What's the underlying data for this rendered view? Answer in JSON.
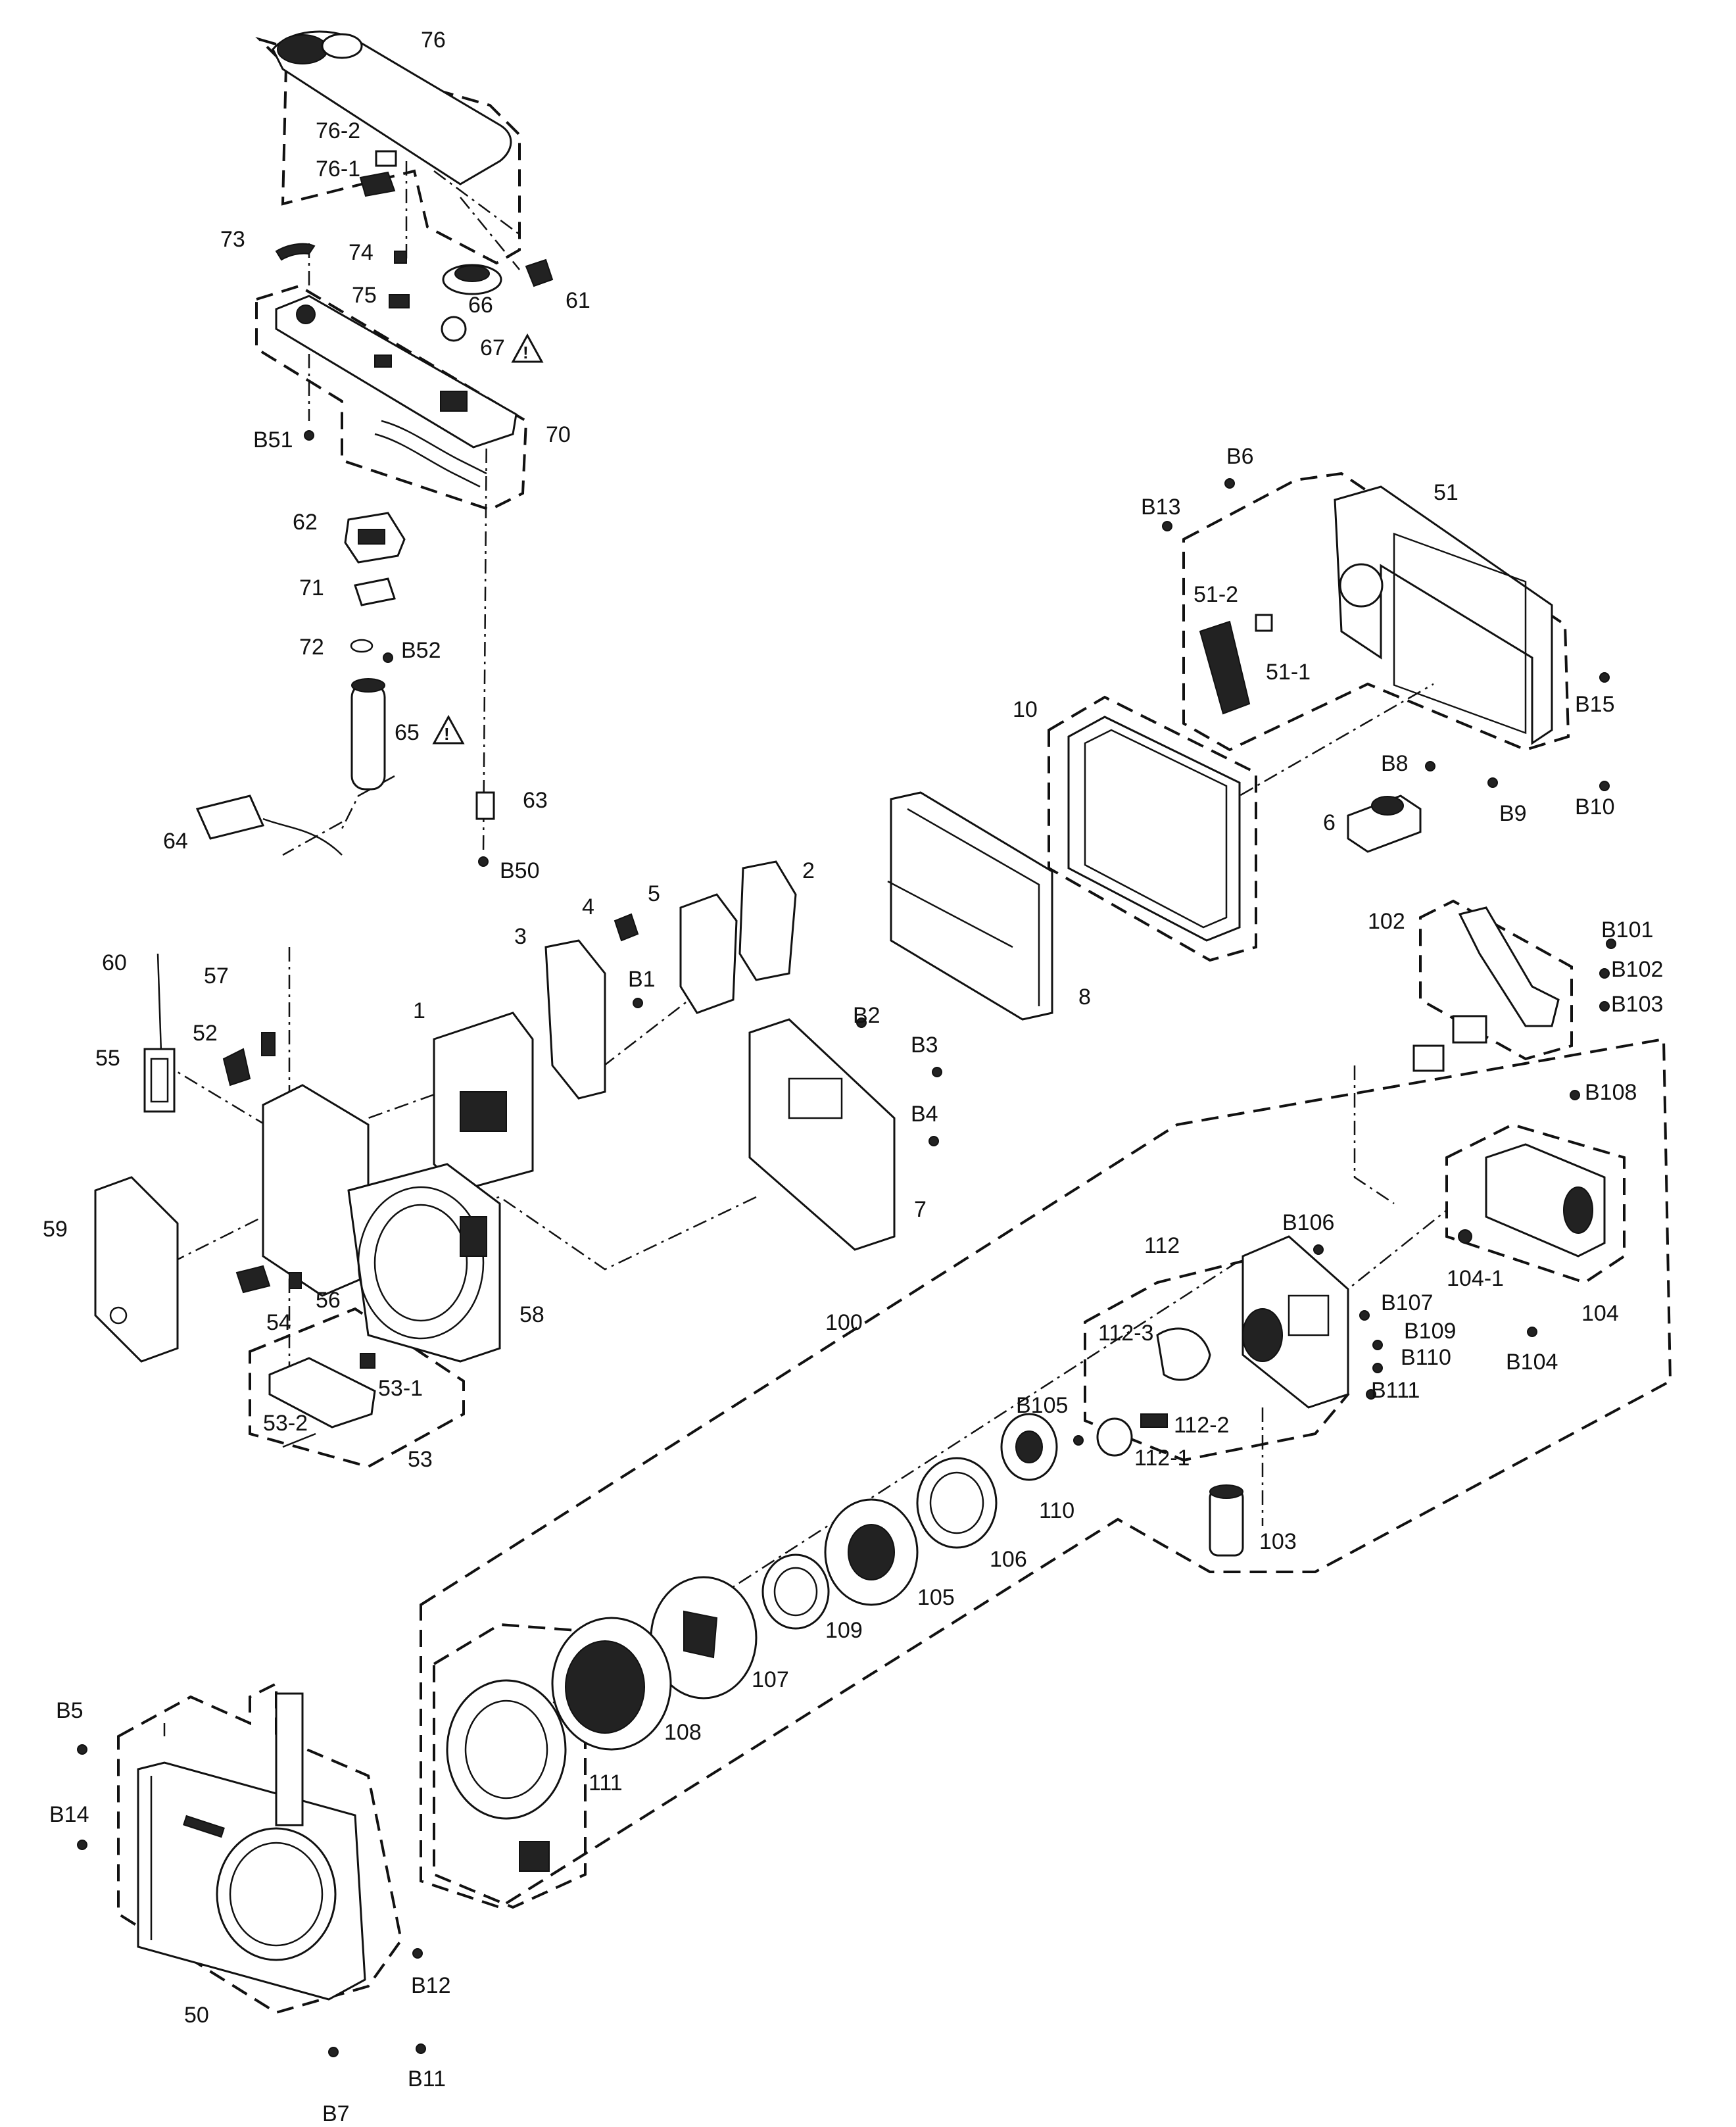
{
  "callouts": {
    "p76": "76",
    "p76_2": "76-2",
    "p76_1": "76-1",
    "p73": "73",
    "p74": "74",
    "p66": "66",
    "p61": "61",
    "p75": "75",
    "p67": "67",
    "pB51": "B51",
    "p70": "70",
    "p62": "62",
    "p71": "71",
    "p72": "72",
    "pB52": "B52",
    "p65": "65",
    "p63": "63",
    "p64": "64",
    "pB50": "B50",
    "pB6": "B6",
    "p51": "51",
    "pB13": "B13",
    "p51_2": "51-2",
    "p51_1": "51-1",
    "pB15": "B15",
    "p10": "10",
    "pB8": "B8",
    "pB9": "B9",
    "pB10": "B10",
    "p6": "6",
    "p4": "4",
    "p5": "5",
    "p2": "2",
    "p3": "3",
    "pB1": "B1",
    "p1": "1",
    "p8": "8",
    "p60": "60",
    "p57": "57",
    "p52": "52",
    "p55": "55",
    "pB2": "B2",
    "pB3": "B3",
    "pB4": "B4",
    "p7": "7",
    "p102": "102",
    "pB101": "B101",
    "pB102": "B102",
    "pB103": "B103",
    "pB108": "B108",
    "p59": "59",
    "p54": "54",
    "p56": "56",
    "p58": "58",
    "p53_1": "53-1",
    "p53_2": "53-2",
    "p53": "53",
    "p112": "112",
    "pB106": "B106",
    "p104_1": "104-1",
    "pB107": "B107",
    "pB109": "B109",
    "p104": "104",
    "pB110": "B110",
    "pB104": "B104",
    "pB111": "B111",
    "p112_3": "112-3",
    "p100": "100",
    "pB105": "B105",
    "p112_2": "112-2",
    "p112_1": "112-1",
    "p110": "110",
    "p106": "106",
    "p103": "103",
    "p105": "105",
    "p109": "109",
    "p107": "107",
    "p108": "108",
    "p111": "111",
    "pB5": "B5",
    "pB14": "B14",
    "pB12": "B12",
    "p50": "50",
    "pB11": "B11",
    "pB7": "B7"
  },
  "icons": {
    "warning": "warning-triangle-icon",
    "screw": "screw-icon"
  }
}
